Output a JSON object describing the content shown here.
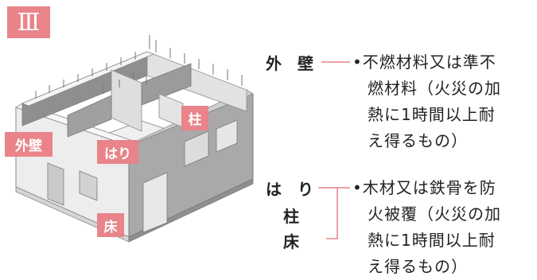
{
  "badge_numeral": "Ⅲ",
  "labels": {
    "wall": "外壁",
    "beam": "はり",
    "column": "柱",
    "floor": "床"
  },
  "legend": {
    "group1": {
      "term": "外　壁",
      "bullet": "•",
      "lines": [
        "不燃材料又は準不",
        "燃材料（火災の加",
        "熱に1時間以上耐",
        "え得るもの）"
      ]
    },
    "group2": {
      "terms": [
        "は　り",
        "柱",
        "床"
      ],
      "bullet": "•",
      "lines": [
        "木材又は鉄骨を防",
        "火被覆（火災の加",
        "熱に1時間以上耐",
        "え得るもの）"
      ]
    }
  },
  "colors": {
    "accent": "#e8848a",
    "wall_light": "#e9e9e9",
    "wall_mid": "#cfcfcf",
    "wall_dark": "#9a9a9a",
    "line": "#7a7a7a"
  }
}
